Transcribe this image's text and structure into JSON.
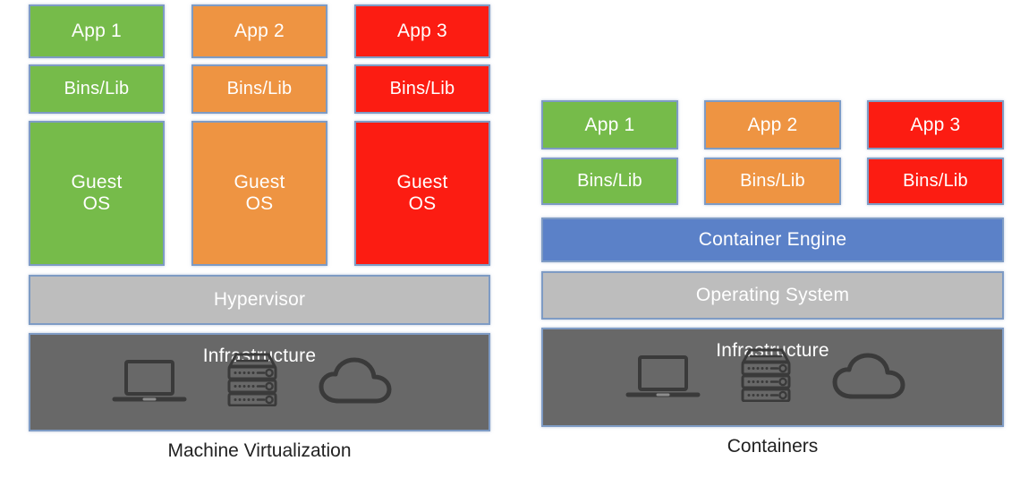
{
  "diagram": {
    "title": "Machine Virtualization vs Containers",
    "colors": {
      "green": "#76bb4a",
      "orange": "#ee9442",
      "red": "#fc1c12",
      "blue": "#5b81c8",
      "light_gray": "#bdbdbd",
      "dark_gray": "#686868",
      "border": "#7e9bc4",
      "caption_text": "#222222",
      "block_text": "#ffffff"
    },
    "panels": [
      {
        "id": "machine-virtualization",
        "caption": "Machine Virtualization",
        "columns": [
          {
            "app": "App 1",
            "bins": "Bins/Lib",
            "guest": "Guest\nOS",
            "color": "green"
          },
          {
            "app": "App 2",
            "bins": "Bins/Lib",
            "guest": "Guest\nOS",
            "color": "orange"
          },
          {
            "app": "App 3",
            "bins": "Bins/Lib",
            "guest": "Guest\nOS",
            "color": "red"
          }
        ],
        "bars": [
          {
            "label": "Hypervisor",
            "color": "light_gray"
          },
          {
            "label": "Infrastructure",
            "color": "dark_gray"
          }
        ]
      },
      {
        "id": "containers",
        "caption": "Containers",
        "columns": [
          {
            "app": "App 1",
            "bins": "Bins/Lib",
            "color": "green"
          },
          {
            "app": "App 2",
            "bins": "Bins/Lib",
            "color": "orange"
          },
          {
            "app": "App 3",
            "bins": "Bins/Lib",
            "color": "red"
          }
        ],
        "bars": [
          {
            "label": "Container Engine",
            "color": "blue"
          },
          {
            "label": "Operating System",
            "color": "light_gray"
          },
          {
            "label": "Infrastructure",
            "color": "dark_gray"
          }
        ]
      }
    ],
    "icons": [
      "laptop-icon",
      "server-rack-icon",
      "cloud-icon"
    ]
  },
  "left": {
    "app1": "App 1",
    "app2": "App 2",
    "app3": "App 3",
    "bins1": "Bins/Lib",
    "bins2": "Bins/Lib",
    "bins3": "Bins/Lib",
    "guest1": "Guest\nOS",
    "guest2": "Guest\nOS",
    "guest3": "Guest\nOS",
    "hypervisor": "Hypervisor",
    "infrastructure": "Infrastructure",
    "caption": "Machine Virtualization"
  },
  "right": {
    "app1": "App 1",
    "app2": "App 2",
    "app3": "App 3",
    "bins1": "Bins/Lib",
    "bins2": "Bins/Lib",
    "bins3": "Bins/Lib",
    "container_engine": "Container Engine",
    "operating_system": "Operating System",
    "infrastructure": "Infrastructure",
    "caption": "Containers"
  }
}
